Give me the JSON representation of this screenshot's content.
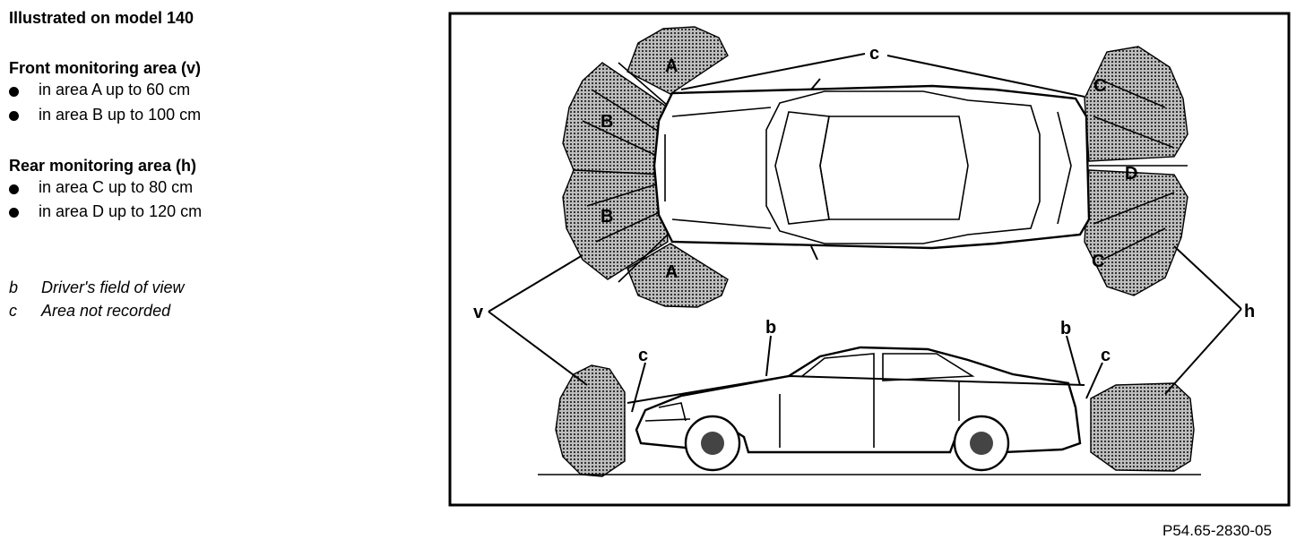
{
  "heading": "Illustrated on model 140",
  "front": {
    "title": "Front monitoring area (v)",
    "items": [
      "in area A up to 60 cm",
      "in area B up to 100 cm"
    ]
  },
  "rear": {
    "title": "Rear monitoring area (h)",
    "items": [
      "in area C up to 80 cm",
      "in area D up to 120 cm"
    ]
  },
  "legend": [
    {
      "key": "b",
      "text": "Driver's field of view"
    },
    {
      "key": "c",
      "text": "Area not recorded"
    }
  ],
  "labels": {
    "A": "A",
    "B": "B",
    "C": "C",
    "D": "D",
    "b": "b",
    "c": "c",
    "v": "v",
    "h": "h"
  },
  "figure_id": "P54.65-2830-05"
}
